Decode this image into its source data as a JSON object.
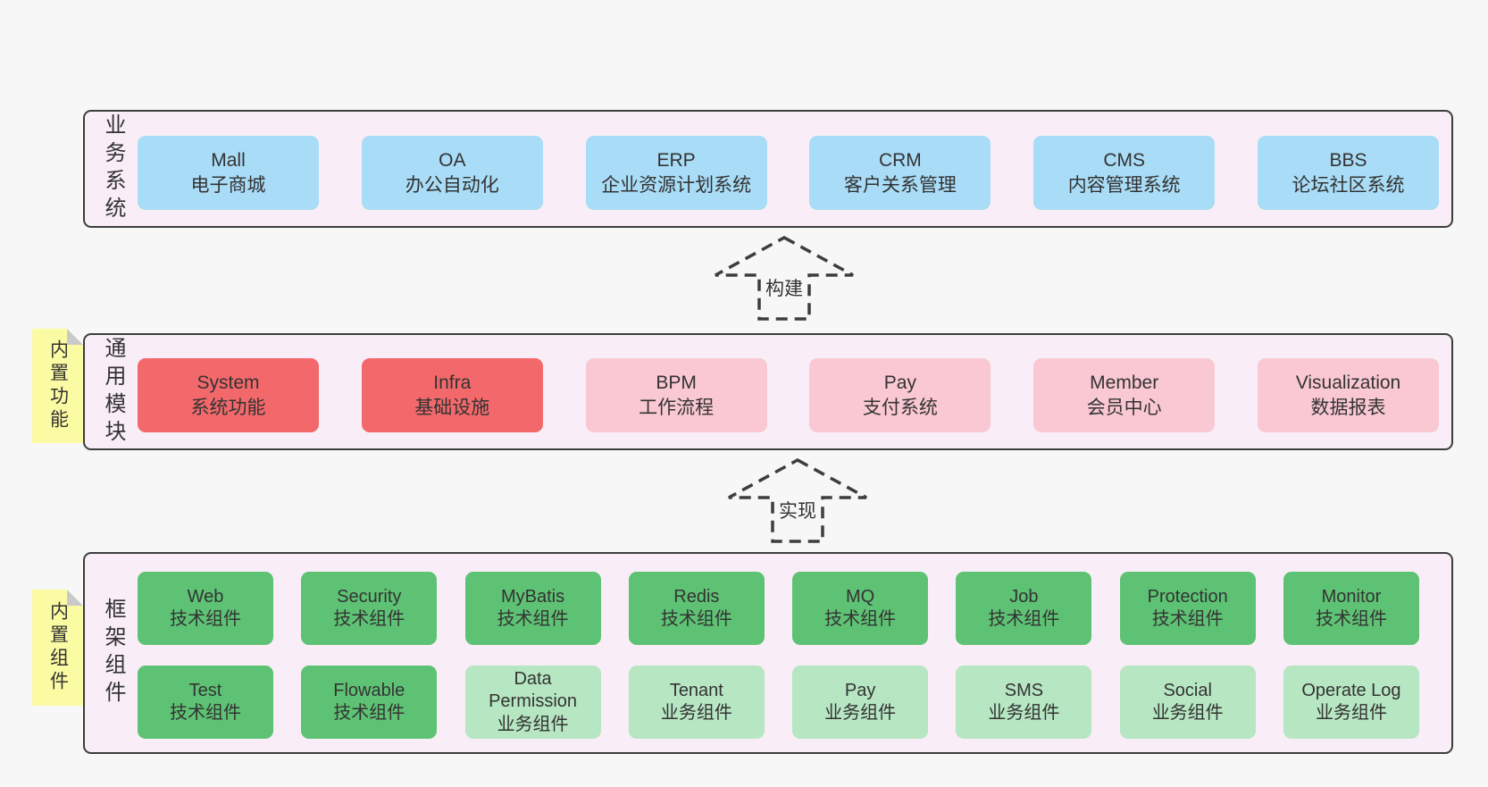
{
  "diagram": {
    "layers": [
      {
        "label": "业务系统",
        "boxes": [
          {
            "title": "Mall",
            "subtitle": "电子商城",
            "color": "blue"
          },
          {
            "title": "OA",
            "subtitle": "办公自动化",
            "color": "blue"
          },
          {
            "title": "ERP",
            "subtitle": "企业资源计划系统",
            "color": "blue"
          },
          {
            "title": "CRM",
            "subtitle": "客户关系管理",
            "color": "blue"
          },
          {
            "title": "CMS",
            "subtitle": "内容管理系统",
            "color": "blue"
          },
          {
            "title": "BBS",
            "subtitle": "论坛社区系统",
            "color": "blue"
          }
        ]
      },
      {
        "label": "通用模块",
        "note": "内置功能",
        "boxes": [
          {
            "title": "System",
            "subtitle": "系统功能",
            "color": "red"
          },
          {
            "title": "Infra",
            "subtitle": "基础设施",
            "color": "red"
          },
          {
            "title": "BPM",
            "subtitle": "工作流程",
            "color": "pink"
          },
          {
            "title": "Pay",
            "subtitle": "支付系统",
            "color": "pink"
          },
          {
            "title": "Member",
            "subtitle": "会员中心",
            "color": "pink"
          },
          {
            "title": "Visualization",
            "subtitle": "数据报表",
            "color": "pink"
          }
        ]
      },
      {
        "label": "框架组件",
        "note": "内置组件",
        "rows": [
          [
            {
              "title": "Web",
              "subtitle": "技术组件",
              "color": "green"
            },
            {
              "title": "Security",
              "subtitle": "技术组件",
              "color": "green"
            },
            {
              "title": "MyBatis",
              "subtitle": "技术组件",
              "color": "green"
            },
            {
              "title": "Redis",
              "subtitle": "技术组件",
              "color": "green"
            },
            {
              "title": "MQ",
              "subtitle": "技术组件",
              "color": "green"
            },
            {
              "title": "Job",
              "subtitle": "技术组件",
              "color": "green"
            },
            {
              "title": "Protection",
              "subtitle": "技术组件",
              "color": "green"
            },
            {
              "title": "Monitor",
              "subtitle": "技术组件",
              "color": "green"
            }
          ],
          [
            {
              "title": "Test",
              "subtitle": "技术组件",
              "color": "green"
            },
            {
              "title": "Flowable",
              "subtitle": "技术组件",
              "color": "green"
            },
            {
              "title": "Data Permission",
              "subtitle": "业务组件",
              "color": "lightgreen"
            },
            {
              "title": "Tenant",
              "subtitle": "业务组件",
              "color": "lightgreen"
            },
            {
              "title": "Pay",
              "subtitle": "业务组件",
              "color": "lightgreen"
            },
            {
              "title": "SMS",
              "subtitle": "业务组件",
              "color": "lightgreen"
            },
            {
              "title": "Social",
              "subtitle": "业务组件",
              "color": "lightgreen"
            },
            {
              "title": "Operate Log",
              "subtitle": "业务组件",
              "color": "lightgreen"
            }
          ]
        ]
      }
    ],
    "arrows": [
      {
        "label": "构建"
      },
      {
        "label": "实现"
      }
    ],
    "colors": {
      "blue": "#a9dcf6",
      "red": "#f3696b",
      "pink": "#fac8d2",
      "green": "#5ec274",
      "lightgreen": "#b6e6c2",
      "panel_bg": "#f9eef7",
      "panel_border": "#3d3d3d",
      "note_bg": "#fbfba3",
      "note_fold": "#c9c9c9",
      "page_bg": "#f7f7f7",
      "text": "#333333"
    }
  }
}
